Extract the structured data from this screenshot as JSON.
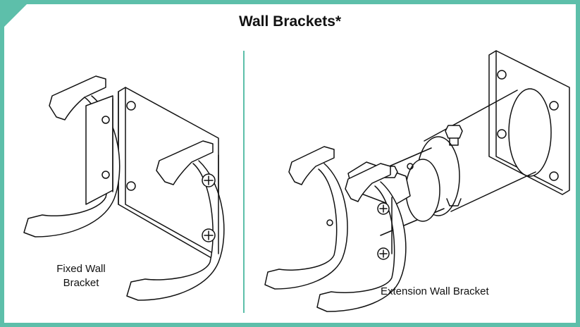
{
  "title": "Wall Brackets*",
  "fixed_bracket": {
    "line1": "Fixed Wall",
    "line2": "Bracket"
  },
  "extension_bracket": {
    "label": "Extension Wall Bracket"
  },
  "colors": {
    "frame": "#5dbfaa",
    "divider": "#5dbfaa",
    "line": "#111111",
    "background": "#ffffff"
  },
  "icons": [
    "fixed-wall-bracket-illustration",
    "extension-wall-bracket-illustration"
  ]
}
